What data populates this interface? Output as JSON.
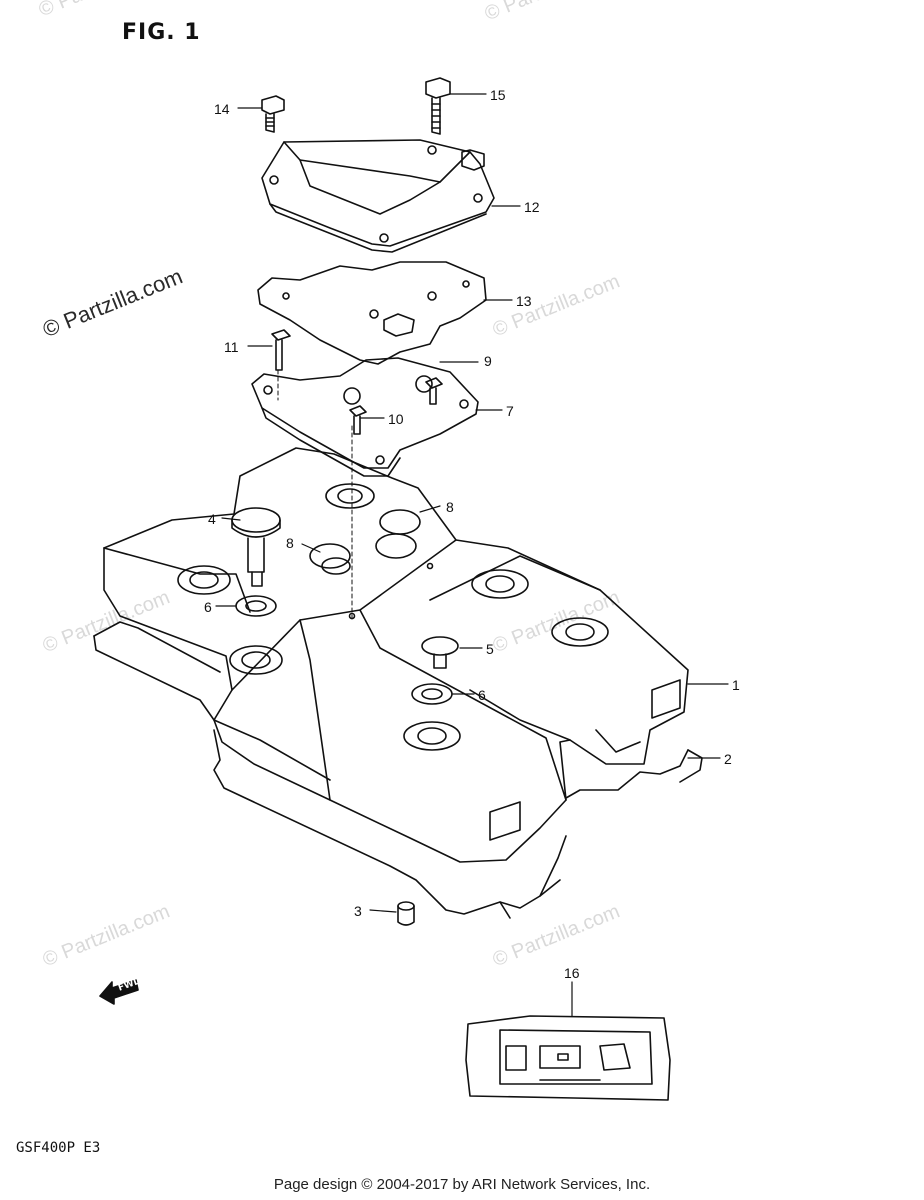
{
  "figure": {
    "title": "FIG. 1",
    "model_code": "GSF400P  E3"
  },
  "footer": {
    "text": "Page design © 2004-2017 by ARI Network Services, Inc."
  },
  "watermark": {
    "text": "© Partzilla.com"
  },
  "fwd_label": "FWD",
  "callouts": [
    "1",
    "2",
    "3",
    "4",
    "5",
    "6",
    "6",
    "7",
    "8",
    "8",
    "9",
    "10",
    "11",
    "12",
    "13",
    "14",
    "15",
    "16"
  ],
  "colors": {
    "line": "#111111",
    "watermark": "#d9d9d9"
  }
}
